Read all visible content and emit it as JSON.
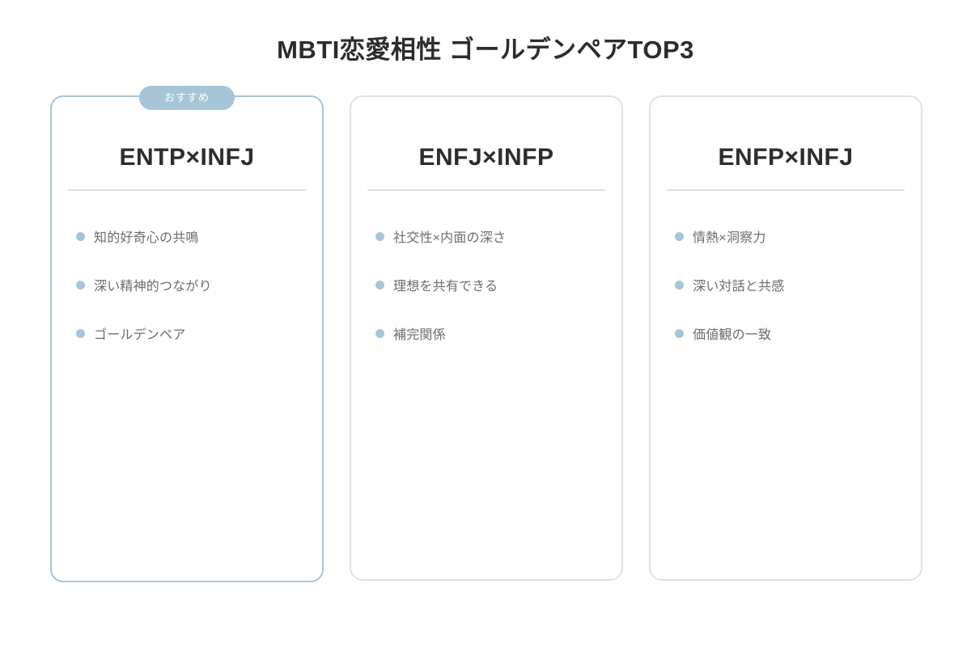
{
  "header": {
    "title": "MBTI恋愛相性 ゴールデンペアTOP3"
  },
  "theme": {
    "accent": "#a6c6d8",
    "page_background": "#ffffff",
    "card_background": "#ffffff",
    "card_border": "#e2e2e2",
    "featured_border": "#a6c6d8",
    "divider": "#dedede",
    "heading_text": "#2d2d2d",
    "body_text": "#6d6d6d",
    "badge_text": "#ffffff"
  },
  "cards": [
    {
      "badge": "おすすめ",
      "featured": true,
      "title": "ENTP×INFJ",
      "features": [
        "知的好奇心の共鳴",
        "深い精神的つながり",
        "ゴールデンペア"
      ]
    },
    {
      "badge": "",
      "featured": false,
      "title": "ENFJ×INFP",
      "features": [
        "社交性×内面の深さ",
        "理想を共有できる",
        "補完関係"
      ]
    },
    {
      "badge": "",
      "featured": false,
      "title": "ENFP×INFJ",
      "features": [
        "情熱×洞察力",
        "深い対話と共感",
        "価値観の一致"
      ]
    }
  ]
}
